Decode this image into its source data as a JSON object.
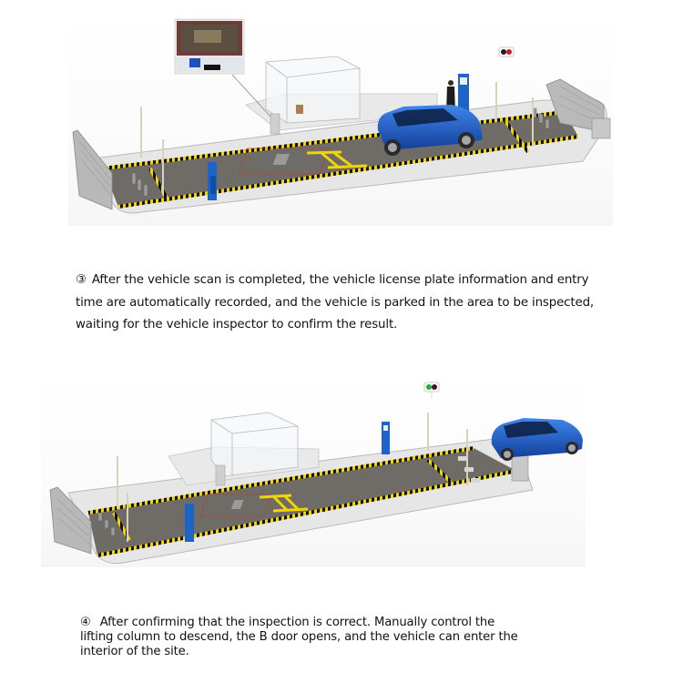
{
  "colors": {
    "road": "#6f6c67",
    "platform": "#e4e4e4",
    "hazard_yellow": "#f2d400",
    "hazard_black": "#111111",
    "vehicle_blue": "#1f5fc7",
    "kiosk_blue": "#1e63c8",
    "signal_green": "#1fae3a",
    "signal_red": "#c81e1e"
  },
  "figures": [
    {
      "id": "figure-step-3",
      "alt": "Vehicle parked in inspection area after under-vehicle scan, inspector at kiosk, monitor inset showing chassis scan image",
      "inset": "chassis-scan-monitor",
      "signal_light": "red",
      "vehicle_position": "waiting-area"
    },
    {
      "id": "figure-step-4",
      "alt": "Lifting column lowered, B door open, vehicle exiting to site interior",
      "signal_light": "green",
      "vehicle_position": "exited"
    }
  ],
  "captions": [
    {
      "step": "③",
      "lines": [
        "After the vehicle scan is completed, the vehicle license plate information and entry",
        "time are automatically recorded, and the vehicle is parked in the area to be inspected,",
        "waiting for the vehicle inspector to confirm the result."
      ]
    },
    {
      "step": "④",
      "lines": [
        "After confirming that the inspection is correct. Manually control the",
        "lifting column to descend, the B door opens, and the vehicle can enter the",
        "interior of the site."
      ]
    }
  ]
}
